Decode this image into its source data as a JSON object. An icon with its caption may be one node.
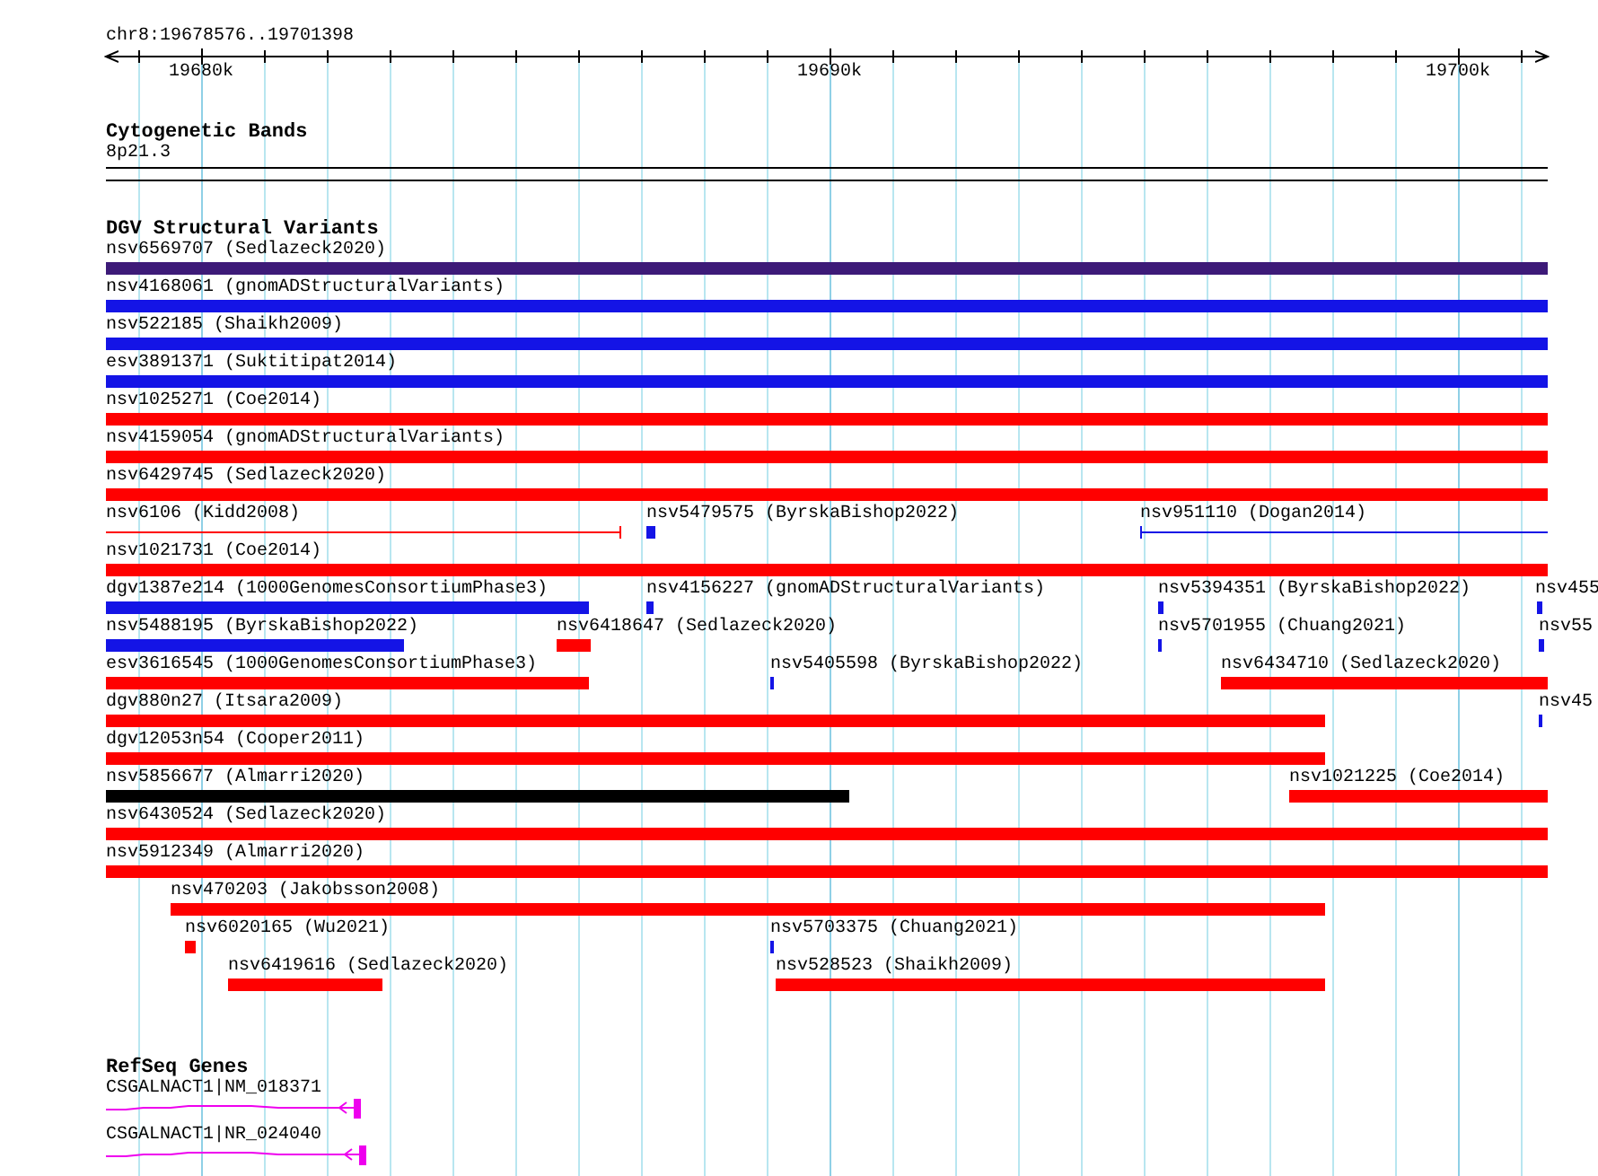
{
  "diagram": {
    "labels": [
      "chr8:19678576..19701398",
      "19680k",
      "19690k",
      "19700k",
      "Cytogenetic Bands",
      "8p21.3",
      "DGV Structural Variants",
      "nsv6569707 (Sedlazeck2020)",
      "nsv4168061 (gnomADStructuralVariants)",
      "nsv522185 (Shaikh2009)",
      "esv3891371 (Suktitipat2014)",
      "nsv1025271 (Coe2014)",
      "nsv4159054 (gnomADStructuralVariants)",
      "nsv6429745 (Sedlazeck2020)",
      "nsv6106 (Kidd2008)",
      "nsv5479575 (ByrskaBishop2022)",
      "nsv951110 (Dogan2014)",
      "nsv1021731 (Coe2014)",
      "dgv1387e214 (1000GenomesConsortiumPhase3)",
      "nsv4156227 (gnomADStructuralVariants)",
      "nsv5394351 (ByrskaBishop2022)",
      "nsv455",
      "nsv5488195 (ByrskaBishop2022)",
      "nsv6418647 (Sedlazeck2020)",
      "nsv5701955 (Chuang2021)",
      "nsv55",
      "esv3616545 (1000GenomesConsortiumPhase3)",
      "nsv5405598 (ByrskaBishop2022)",
      "nsv6434710 (Sedlazeck2020)",
      "dgv880n27 (Itsara2009)",
      "nsv45",
      "dgv12053n54 (Cooper2011)",
      "nsv5856677 (Almarri2020)",
      "nsv1021225 (Coe2014)",
      "nsv6430524 (Sedlazeck2020)",
      "nsv5912349 (Almarri2020)",
      "nsv470203 (Jakobsson2008)",
      "nsv6020165 (Wu2021)",
      "nsv5703375 (Chuang2021)",
      "nsv6419616 (Sedlazeck2020)",
      "nsv528523 (Shaikh2009)",
      "RefSeq Genes",
      "CSGALNACT1|NM_018371",
      "CSGALNACT1|NR_024040"
    ]
  }
}
